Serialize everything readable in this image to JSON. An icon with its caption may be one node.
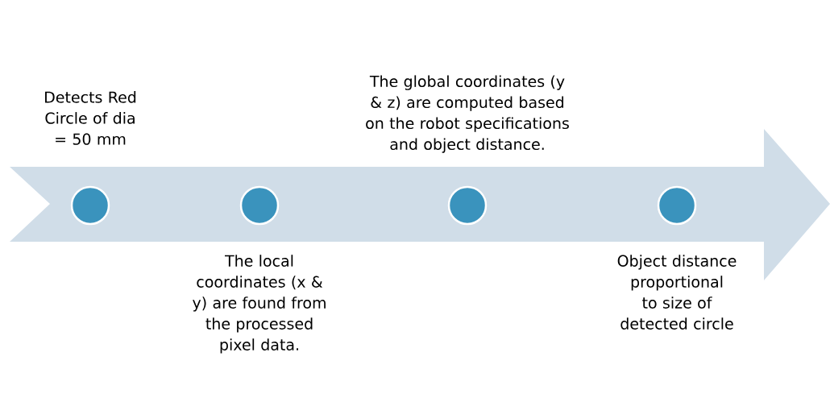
{
  "diagram": {
    "nodes": [
      {
        "text": [],
        "shape": "circle",
        "beside": [
          "Detects Red Circle of dia = 50 mm"
        ]
      },
      {
        "text": [],
        "shape": "circle",
        "beside": [
          "The local coordinates (x & y) are found from the processed pixel data."
        ]
      },
      {
        "text": [],
        "shape": "circle",
        "beside": [
          "The global coordinates (y & z) are computed based on the robot specifications and object distance."
        ]
      },
      {
        "text": [],
        "shape": "circle",
        "beside": [
          "Object distance proportional to size of detected circle"
        ]
      }
    ]
  }
}
